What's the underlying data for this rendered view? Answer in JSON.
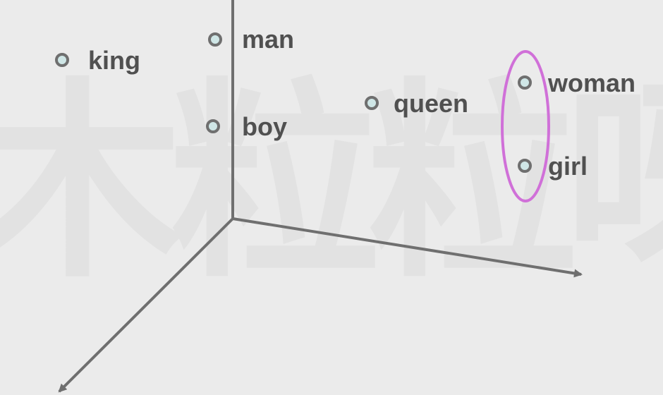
{
  "watermark": "木粒粒呀",
  "colors": {
    "background": "#ebebeb",
    "axis": "#6f6f6f",
    "point_fill": "#cfe6e6",
    "point_stroke": "#6f6f6f",
    "highlight": "#d070d8",
    "label": "#505050"
  },
  "points": [
    {
      "id": "king",
      "label": "king"
    },
    {
      "id": "man",
      "label": "man"
    },
    {
      "id": "boy",
      "label": "boy"
    },
    {
      "id": "queen",
      "label": "queen"
    },
    {
      "id": "woman",
      "label": "woman"
    },
    {
      "id": "girl",
      "label": "girl"
    }
  ],
  "highlight_group": [
    "woman",
    "girl"
  ]
}
